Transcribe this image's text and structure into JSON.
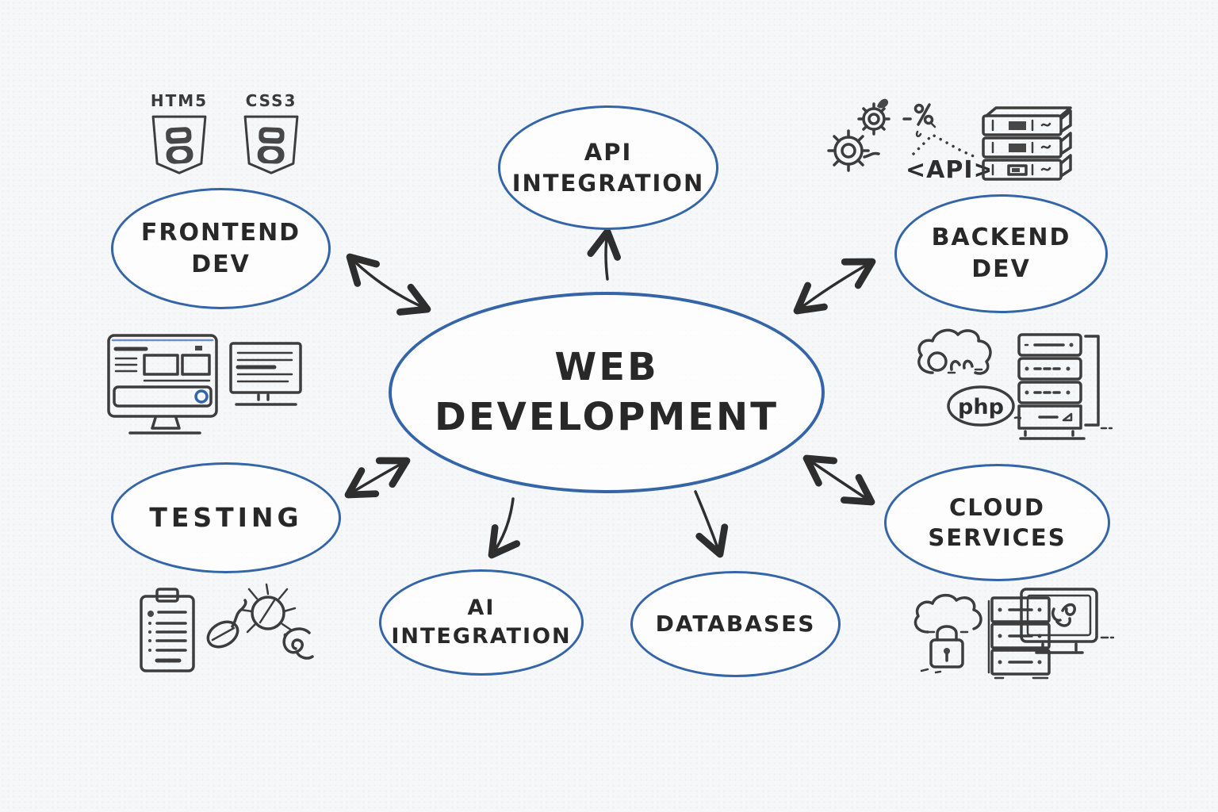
{
  "diagram": {
    "type": "mindmap",
    "title": "WEB DEVELOPMENT",
    "center": {
      "line1": "WEB",
      "line2": "DEVELOPMENT"
    },
    "nodes": {
      "api": {
        "line1": "API",
        "line2": "INTEGRATION"
      },
      "frontend": {
        "line1": "FRONTEND",
        "line2": "DEV"
      },
      "backend": {
        "line1": "BACKEND",
        "line2": "DEV"
      },
      "testing": {
        "line1": "TESTING"
      },
      "ai": {
        "line1": "AI",
        "line2": "INTEGRATION"
      },
      "databases": {
        "line1": "DATABASES"
      },
      "cloud": {
        "line1": "CLOUD",
        "line2": "SERVICES"
      }
    },
    "connections": [
      {
        "from": "center",
        "to": "api",
        "direction": "one-way"
      },
      {
        "from": "center",
        "to": "frontend",
        "direction": "two-way"
      },
      {
        "from": "center",
        "to": "backend",
        "direction": "two-way"
      },
      {
        "from": "center",
        "to": "testing",
        "direction": "two-way"
      },
      {
        "from": "center",
        "to": "ai",
        "direction": "one-way"
      },
      {
        "from": "center",
        "to": "databases",
        "direction": "one-way"
      },
      {
        "from": "center",
        "to": "cloud",
        "direction": "two-way"
      }
    ]
  },
  "badges": {
    "html5_label": "HTM5",
    "css3_label": "CSS3",
    "api_tag": "<API>",
    "php_label": "php"
  },
  "icons": [
    "html5-shield-icon",
    "css3-shield-icon",
    "desktop-browser-icon",
    "secondary-monitor-icon",
    "clipboard-checklist-icon",
    "computer-mouse-icon",
    "bug-icon",
    "swirl-icon",
    "gears-icon",
    "percent-icon",
    "api-code-tag",
    "server-stack-icon",
    "cloud-icon",
    "php-badge-icon",
    "server-rack-icon",
    "secure-cloud-lock-icon",
    "storage-server-icon",
    "monitor-tools-icon"
  ],
  "colors": {
    "background": "#f6f7f9",
    "node_stroke": "#3465a8",
    "text": "#282828",
    "icon_stroke": "#3d3d3d",
    "arrow": "#2e2e2e"
  }
}
